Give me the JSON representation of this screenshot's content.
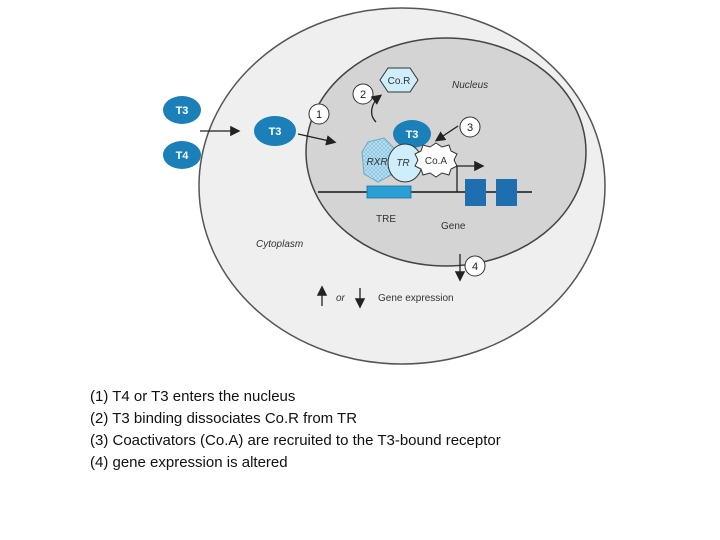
{
  "diagram": {
    "hormones": {
      "t3": "T3",
      "t4": "T4",
      "t3_inside": "T3",
      "t3_bound": "T3"
    },
    "proteins": {
      "corepressor": "Co.R",
      "coactivator": "Co.A",
      "rxr": "RXR",
      "tr": "TR"
    },
    "labels": {
      "nucleus": "Nucleus",
      "cytoplasm": "Cytoplasm",
      "tre": "TRE",
      "gene": "Gene",
      "or": "or",
      "gene_expression": "Gene expression"
    },
    "steps": [
      "1",
      "2",
      "3",
      "4"
    ]
  },
  "captions": [
    "(1) T4 or T3 enters the nucleus",
    "(2) T3 binding dissociates Co.R from TR",
    "(3) Coactivators (Co.A) are recruited to the T3-bound receptor",
    "(4) gene expression is altered"
  ],
  "colors": {
    "hormone_blue": "#1b7fb8",
    "cell_fill": "#efefef",
    "nucleus_fill": "#d4d4d4",
    "protein_light": "#cdeefa",
    "tre_blue": "#2a9fd6",
    "gene_blue": "#1f6fb0"
  }
}
